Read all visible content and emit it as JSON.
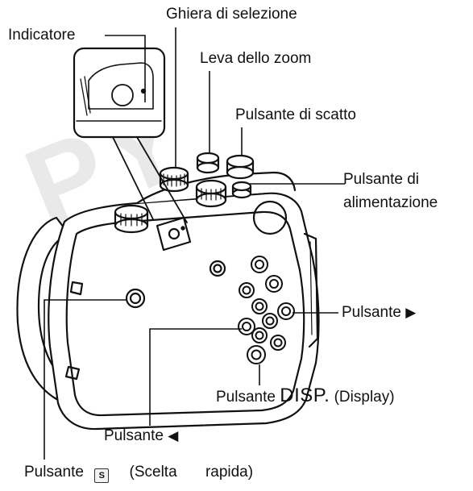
{
  "labels": {
    "indicator": "Indicatore",
    "mode_dial": "Ghiera di selezione",
    "zoom_lever": "Leva dello zoom",
    "shutter_button": "Pulsante di scatto",
    "power_button_line1": "Pulsante di",
    "power_button_line2": "alimentazione",
    "right_button": "Pulsante",
    "right_arrow": "▶",
    "disp_button_prefix": "Pulsante",
    "disp_button_name": "DISP.",
    "disp_button_suffix": "(Display)",
    "left_button": "Pulsante",
    "left_arrow": "◀",
    "shortcut_button": "Pulsante",
    "shortcut_icon_glyph": "S",
    "shortcut_word1": "(Scelta",
    "shortcut_word2": "rapida)"
  },
  "watermark": "PY",
  "colors": {
    "line": "#111111",
    "housing_fill": "#ffffff",
    "shade": "#d9d9d9",
    "watermark": "#e9e9e9"
  }
}
